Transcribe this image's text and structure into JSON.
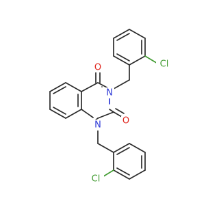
{
  "atoms": {
    "o1": {
      "label": "O",
      "color": "#e0261e"
    },
    "o2": {
      "label": "O",
      "color": "#e0261e"
    },
    "n1": {
      "label": "N",
      "color": "#2b37d6"
    },
    "n3": {
      "label": "N",
      "color": "#2b37d6"
    },
    "cl_top": {
      "label": "Cl",
      "color": "#3f9a2f"
    },
    "cl_bottom": {
      "label": "Cl",
      "color": "#3f9a2f"
    }
  }
}
